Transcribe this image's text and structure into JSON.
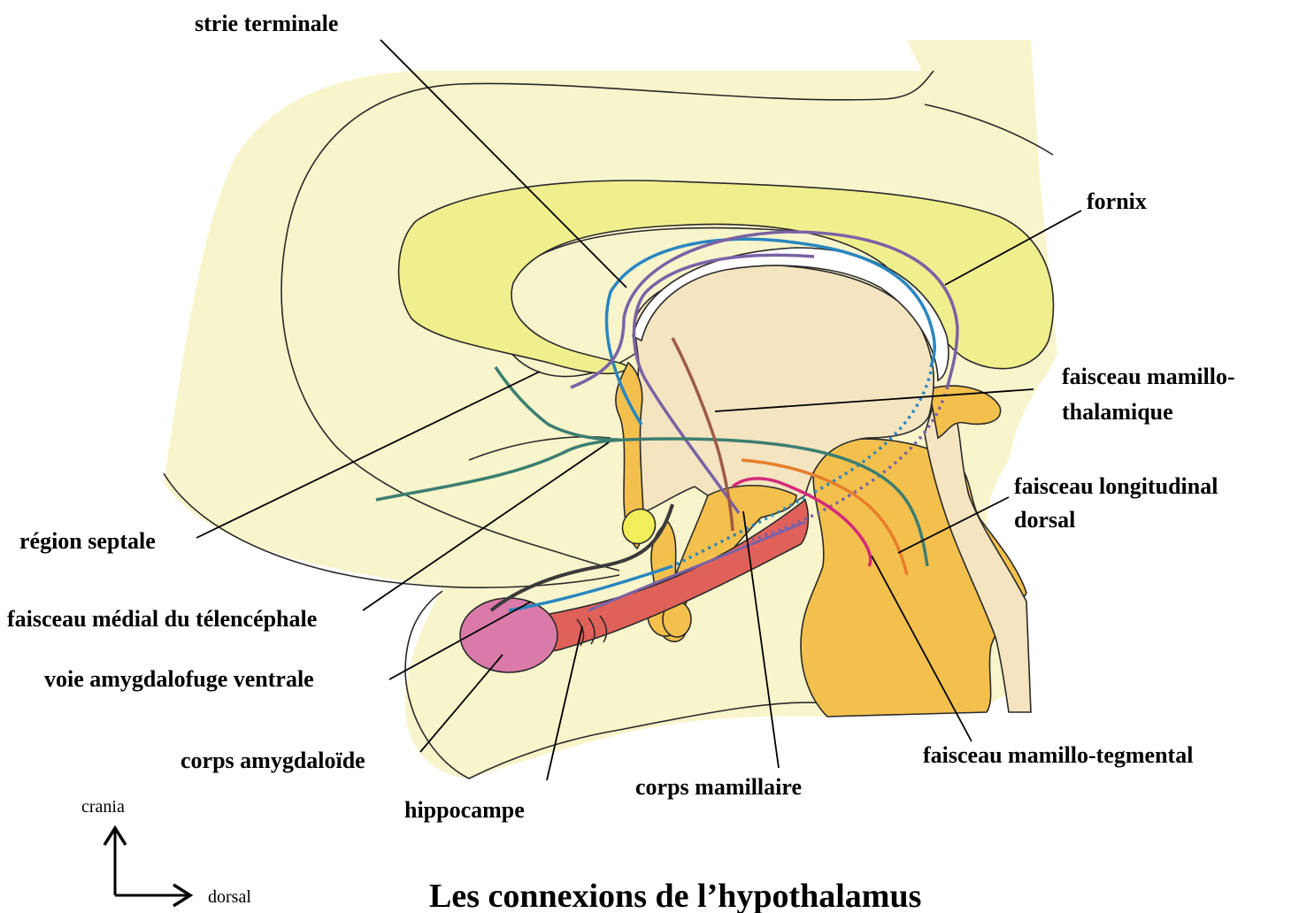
{
  "title": "Les connexions de l’hypothalamus",
  "labels": {
    "strie_terminale": "strie terminale",
    "fornix": "fornix",
    "faisceau_mamillo_thalamique_line1": "faisceau mamillo-",
    "faisceau_mamillo_thalamique_line2": "thalamique",
    "faisceau_longitudinal_line1": "faisceau longitudinal",
    "faisceau_longitudinal_line2": "dorsal",
    "region_septale": "région septale",
    "faisceau_medial": "faisceau médial du télencéphale",
    "voie_amygdalofuge": "voie amygdalofuge ventrale",
    "corps_amygdaloide": "corps amygdaloïde",
    "hippocampe": "hippocampe",
    "corps_mamillaire": "corps mamillaire",
    "faisceau_mamillo_tegmental": "faisceau mamillo-tegmental"
  },
  "orientation": {
    "up_label": "crania",
    "right_label": "dorsal"
  },
  "colors": {
    "cortex": "#f8f5cc",
    "corpus_callosum": "#f0ef8e",
    "thalamus": "#f4e4c0",
    "hypothalamus_orange": "#f3c04d",
    "amygdala": "#d97aa8",
    "hippocampus": "#e0605a",
    "fornix_purple": "#7a62a6",
    "stria_blue": "#2a86c0",
    "mfb_teal": "#3d7e70",
    "mamillothalamic_brown": "#9e5a48",
    "dorsal_longitudinal_orange": "#e87e2c",
    "mamillotegmental_pink": "#d42a7a",
    "amygdalofugal_dark": "#3a3a3a"
  }
}
